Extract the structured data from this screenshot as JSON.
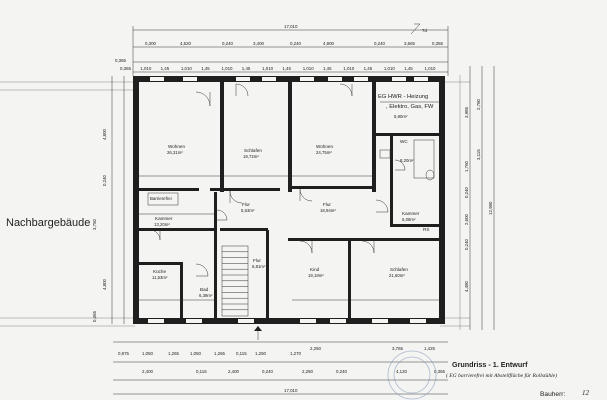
{
  "neighbor": {
    "label": "Nachbargebäude"
  },
  "title": {
    "main": "Grundriss - 1. Entwurf",
    "sub": "( EG barrierefrei mit Abstellfläche für Rollstühle)",
    "bauherr": "Bauherr:"
  },
  "annotation": {
    "line1": "EG HWR - Heizung",
    "line2": ", Elektro, Gas, FW",
    "line3": "5,90m²"
  },
  "rooms": {
    "wohnen1": {
      "name": "Wohnen",
      "area": "26,31m²"
    },
    "schlafen1": {
      "name": "Schlafen",
      "area": "19,72m²"
    },
    "wohnen2": {
      "name": "Wohnen",
      "area": "24,75m²"
    },
    "wc": {
      "name": "WC",
      "area": "8,20m²"
    },
    "barriere": {
      "name": "Barrierefrei"
    },
    "kammer1": {
      "name": "Kammer",
      "area": "13,20m²"
    },
    "flur1": {
      "name": "Flur",
      "area": "5,63m²"
    },
    "flur2": {
      "name": "Flur",
      "area": "18,94m²"
    },
    "kammer2": {
      "name": "Kammer",
      "area": "5,08m²"
    },
    "flur3": {
      "name": "Flur",
      "area": "6,81m²"
    },
    "kueche": {
      "name": "Küche",
      "area": "11,53m²"
    },
    "bad": {
      "name": "Bad",
      "area": "6,39m²"
    },
    "kind": {
      "name": "Kind",
      "area": "19,19m²"
    },
    "schlafen2": {
      "name": "Schlafen",
      "area": "21,60m²"
    },
    "rs1": "RS",
    "rs2": "RS"
  },
  "dimensions": {
    "top_overall": "17,010",
    "top_row": [
      "0,300",
      "4,520",
      "0,240",
      "3,400",
      "0,240",
      "4,900",
      "0,240",
      "3,665",
      "0,365"
    ],
    "top_openings": [
      "0,365",
      "1,010",
      "1,45",
      "1,010",
      "1,45",
      "1,010",
      "1,45",
      "1,010",
      "1,45",
      "1,010",
      "1,45",
      "1,010",
      "1,45",
      "1,010",
      "1,45",
      "1,010"
    ],
    "bottom_row": [
      "2,400",
      "0,115",
      "2,400",
      "0,240",
      "2,250",
      "0,240",
      "4,120",
      "0,365"
    ],
    "bottom_openings": [
      "0,975",
      "1,050",
      "1,265",
      "1,050",
      "1,265",
      "0,115"
    ],
    "bottom_overall": "17,010",
    "right_outer": [
      "2,780",
      "3,115",
      "12,980"
    ],
    "right_inner": [
      "3,985",
      "1,760",
      "0,240",
      "2,600",
      "0,240",
      "4,480"
    ],
    "left_col": [
      "0,365",
      "4,800",
      "0,240",
      "3,750",
      "4,800",
      "0,365"
    ],
    "misc": [
      "1,250",
      "1,270",
      "2,250",
      "3,765",
      "1,425"
    ],
    "north": "7d",
    "signature": "12"
  }
}
